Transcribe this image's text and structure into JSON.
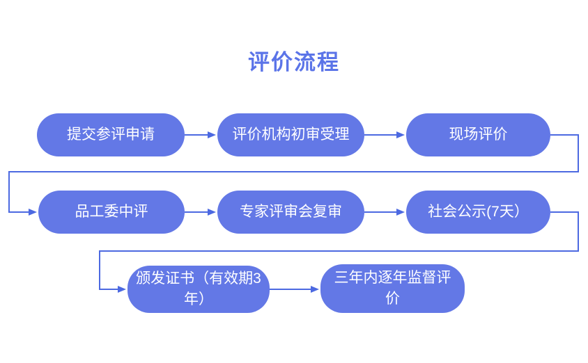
{
  "title": "评价流程",
  "nodes": [
    {
      "id": "submit-application",
      "label": "提交参评申请"
    },
    {
      "id": "agency-initial-review",
      "label": "评价机构初审受理"
    },
    {
      "id": "onsite-evaluation",
      "label": "现场评价"
    },
    {
      "id": "committee-mid-review",
      "label": "品工委中评"
    },
    {
      "id": "expert-panel-review",
      "label": "专家评审会复审"
    },
    {
      "id": "public-notice",
      "label": "社会公示(7天）"
    },
    {
      "id": "certificate-issuance",
      "label": "颁发证书（有效期3年）"
    },
    {
      "id": "annual-supervision",
      "label": "三年内逐年监督评价"
    }
  ],
  "edges": [
    [
      0,
      1
    ],
    [
      1,
      2
    ],
    [
      2,
      3
    ],
    [
      3,
      4
    ],
    [
      4,
      5
    ],
    [
      5,
      6
    ],
    [
      6,
      7
    ]
  ],
  "colors": {
    "background": "#ffffff",
    "node_fill": "#6378e6",
    "node_text": "#ffffff",
    "connector": "#4c69e1",
    "title": "#5b74e8"
  }
}
